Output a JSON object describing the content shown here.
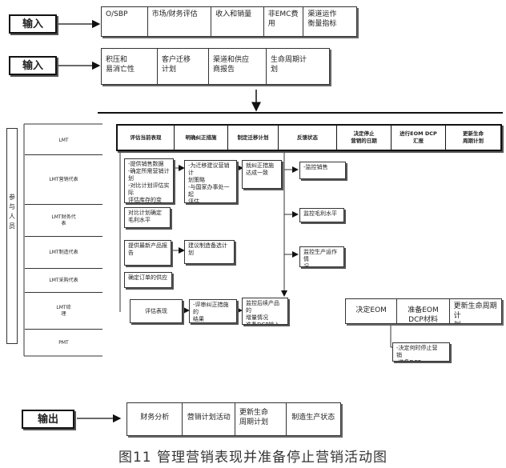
{
  "input1": {
    "label": "输入",
    "items": [
      "O/SBP",
      "市场/财务评估",
      "收入和销量",
      "非EMC费用",
      "渠道运作\n衡量指标"
    ]
  },
  "input2": {
    "label": "输入",
    "items": [
      "积压和\n易消亡性",
      "客户迁移\n计划",
      "渠道和供应\n商报告",
      "生命周期计\n划"
    ]
  },
  "participants_label": "参\n与\n人\n员",
  "lanes": [
    "LMT",
    "LMT营销代表",
    "LMT财务代\n表",
    "LMT制造代表",
    "LMT采购代表",
    "LMT综\n理",
    "PMT"
  ],
  "header": [
    "评估当前表现",
    "明确纠正措施",
    "制定迁移计划",
    "反馈状态",
    "决定停止\n营销的日期",
    "进行EOM DCP\n汇报",
    "更新生命\n周期计划"
  ],
  "tasks": {
    "provide_sales": "-提供销售数据\n-确定所需营销计\n划\n-对比计划评估实际\n评估库存的变",
    "compare_margin": "对比计划确定\n毛利水平",
    "new_product": "提供最新产品报\n告",
    "orders": "确定订单的供应",
    "evaluate": "评估表现",
    "migration_strategy": "-为迁移建议营销计\n划策略\n-与国家办事处一起\n评估",
    "manufacturing_plan": "建议制造备选计\n划",
    "review_results": "-评审纠正措施的\n结果",
    "corrective": "就纠正措施\n达成一致",
    "monitor_followup": "监控后续产品的\n增量情况\n准备DCP输入",
    "monitor_sales": "-监控销售",
    "monitor_margin": "监控毛利水平",
    "monitor_production": "监控生产运作情\n况",
    "decide_stop": "-决定何时停止营\n销\n-准备DCP"
  },
  "eom_row": [
    "决定EOM",
    "准备EOM DCP材料",
    "更新生命周期计\n划"
  ],
  "output": {
    "label": "输出",
    "items": [
      "财务分析",
      "营销计划活动",
      "更新生命\n周期计划",
      "制造生产状态"
    ]
  },
  "caption": "图11  管理营销表现并准备停止营销活动图"
}
